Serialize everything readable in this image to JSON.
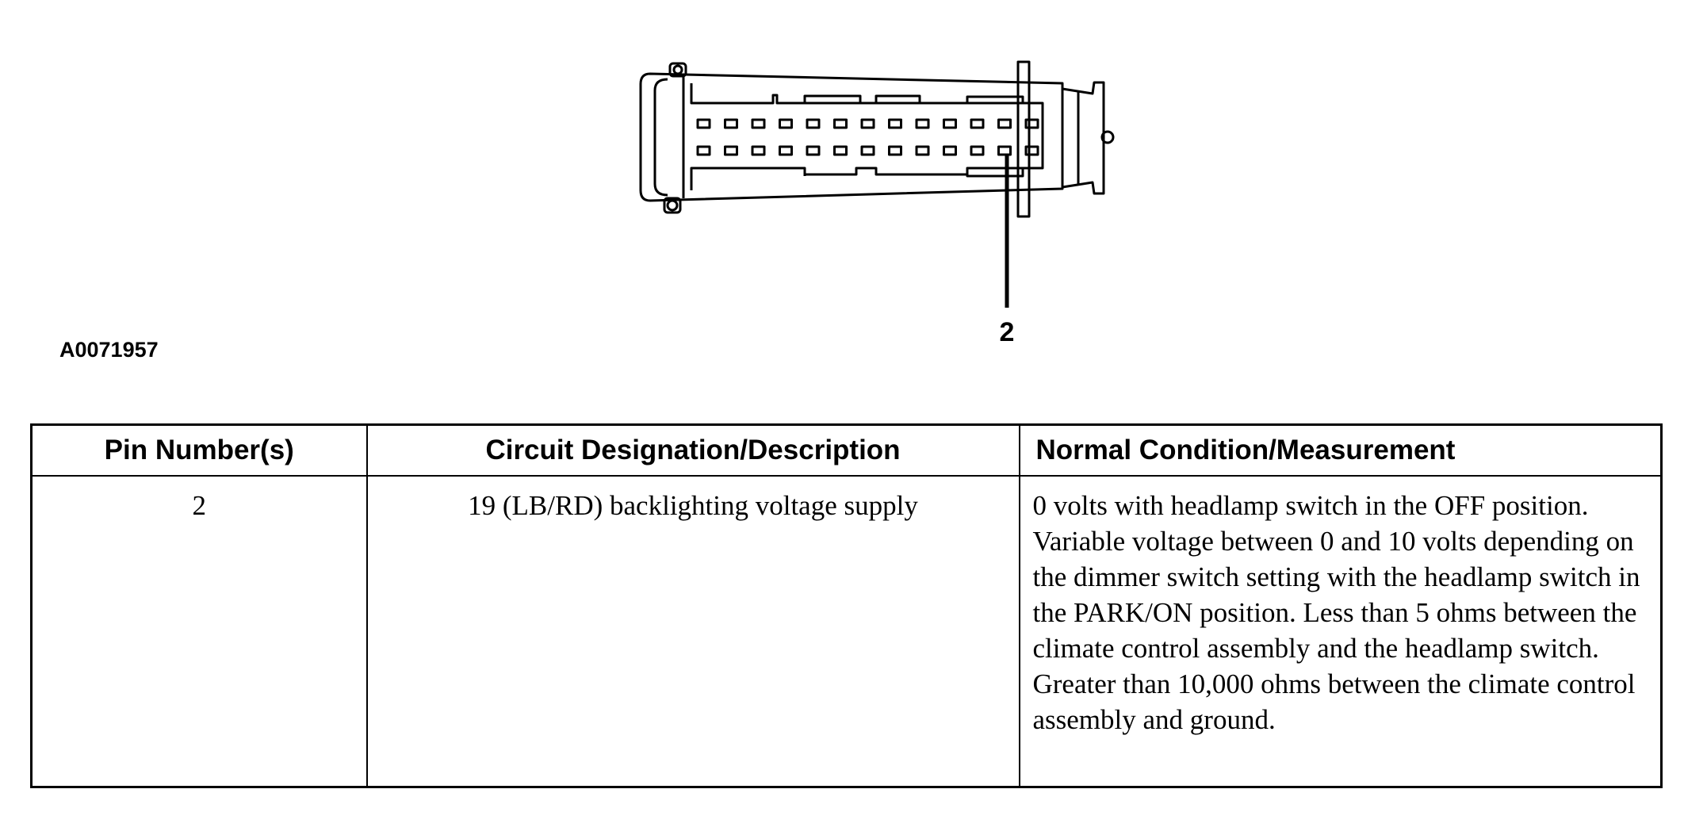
{
  "diagram": {
    "figure_id": "A0071957",
    "pin_callout": "2"
  },
  "table": {
    "headers": [
      "Pin Number(s)",
      "Circuit Designation/Description",
      "Normal Condition/Measurement"
    ],
    "rows": [
      {
        "pin": "2",
        "circuit": "19 (LB/RD) backlighting voltage supply",
        "normal": "0 volts with headlamp switch in the OFF position. Variable voltage between 0 and 10 volts depending on the dimmer switch setting with the headlamp switch in the PARK/ON position. Less than 5 ohms between the climate control assembly and the headlamp switch. Greater than 10,000 ohms between the climate control assembly and ground."
      }
    ]
  }
}
